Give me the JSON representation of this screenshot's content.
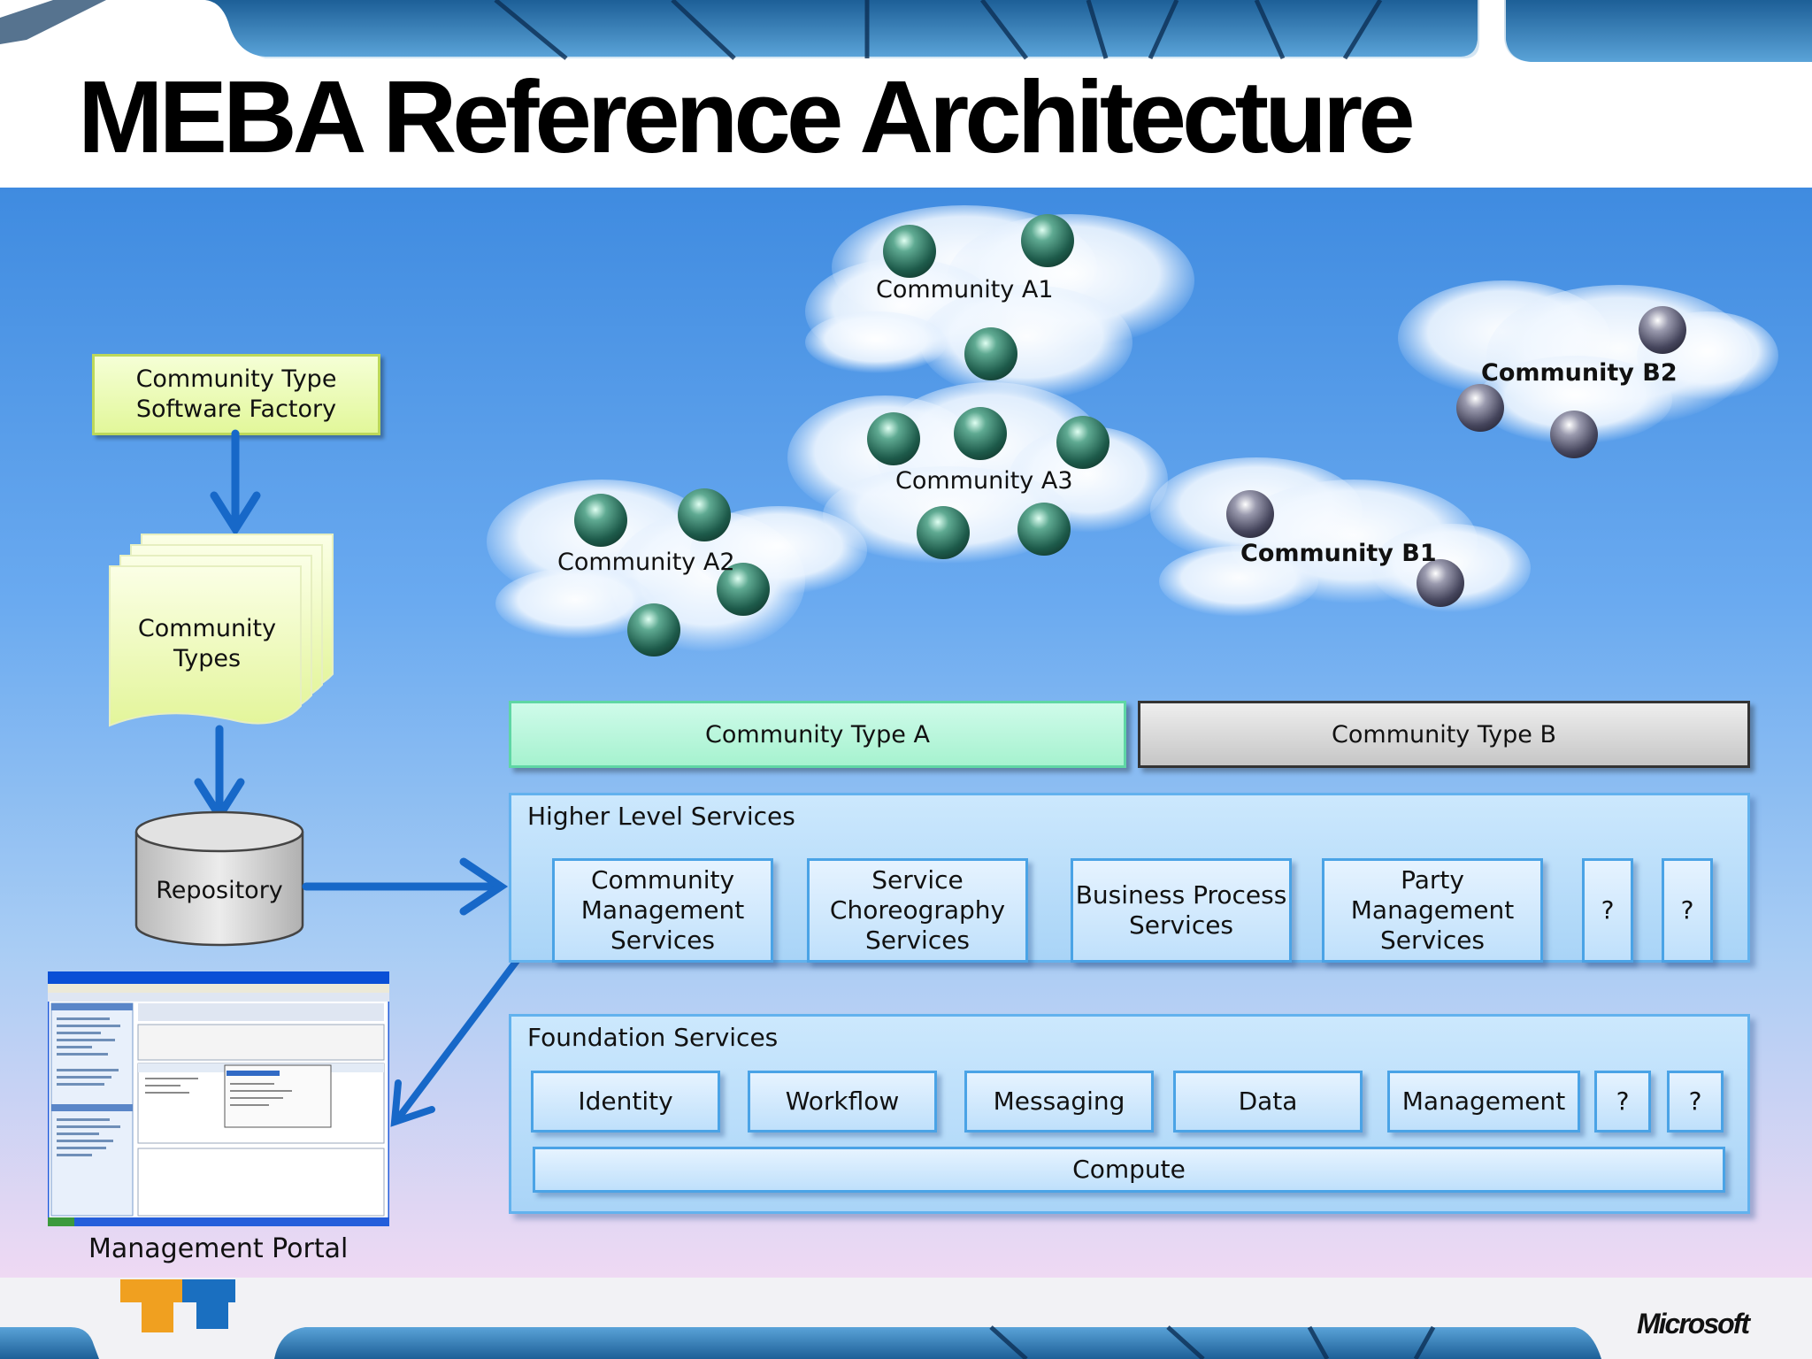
{
  "title": "MEBA Reference Architecture",
  "software_factory": {
    "label": "Community Type Software Factory"
  },
  "community_types_doc": {
    "label": "Community Types"
  },
  "repository": {
    "label": "Repository"
  },
  "management_portal": {
    "label": "Management Portal"
  },
  "communities": [
    {
      "label": "Community A1",
      "orb_color": "green"
    },
    {
      "label": "Community A2",
      "orb_color": "green"
    },
    {
      "label": "Community A3",
      "orb_color": "green"
    },
    {
      "label": "Community B1",
      "orb_color": "grey"
    },
    {
      "label": "Community B2",
      "orb_color": "grey"
    }
  ],
  "community_type_a": {
    "label": "Community Type A",
    "color": "#b8f5dc"
  },
  "community_type_b": {
    "label": "Community Type B",
    "color": "#d4d4d4"
  },
  "higher_level": {
    "label": "Higher Level Services",
    "items": [
      "Community Management Services",
      "Service Choreography Services",
      "Business Process Services",
      "Party Management Services",
      "?",
      "?"
    ]
  },
  "foundation": {
    "label": "Foundation Services",
    "items": [
      "Identity",
      "Workflow",
      "Messaging",
      "Data",
      "Management",
      "?",
      "?"
    ],
    "compute_label": "Compute"
  },
  "brand": {
    "label": "Microsoft"
  },
  "colors": {
    "arrow": "#1768c8",
    "factory_fill": "#eafcb8",
    "factory_border": "#b9d45c",
    "panel_top": "#3f8be0"
  }
}
